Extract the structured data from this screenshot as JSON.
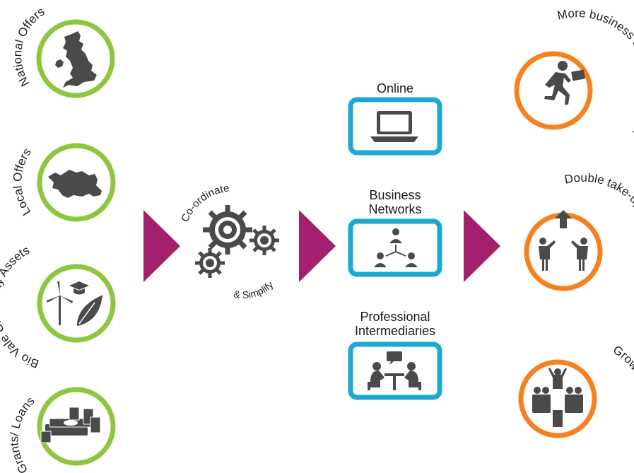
{
  "left_column": {
    "national_offers": "National Offers",
    "local_offers": "Local Offers",
    "bioVale_assets": "Bio Vale University Assets",
    "grants_loans": "Grants/ Loans"
  },
  "middle": {
    "coordinate": "Co-ordinate",
    "simplify": "& Simplify"
  },
  "channels": {
    "online": "Online",
    "business_line1": "Business",
    "business_line2": "Networks",
    "professional_line1": "Professional",
    "professional_line2": "Intermediaries"
  },
  "outcomes": {
    "more_business": "More business accessing support",
    "double_takeup": "Double take-up of national offers",
    "growth_jobs": "Growth & Jobs"
  },
  "colors": {
    "green": "#8dc63f",
    "orange": "#f58220",
    "blue": "#1ba9d4",
    "arrow": "#a3206e",
    "icon": "#4a4a4a"
  }
}
